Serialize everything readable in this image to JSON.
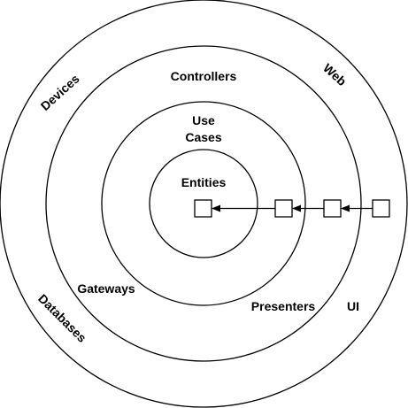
{
  "layers": {
    "outer": {
      "labels": [
        "Devices",
        "Web",
        "Databases",
        "UI"
      ]
    },
    "adapters": {
      "labels": [
        "Controllers",
        "Gateways",
        "Presenters"
      ]
    },
    "use_cases": {
      "label_line1": "Use",
      "label_line2": "Cases"
    },
    "core": {
      "label": "Entities"
    }
  },
  "colors": {
    "stroke": "#000000",
    "fill": "#ffffff"
  }
}
